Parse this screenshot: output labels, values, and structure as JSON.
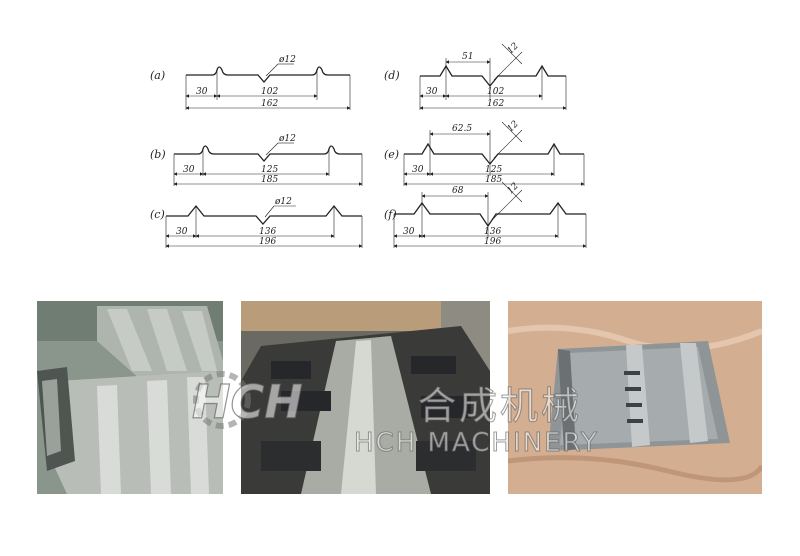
{
  "profiles": [
    {
      "id": "a",
      "label": "(a)",
      "dims": [
        "30",
        "102",
        "162"
      ],
      "callout": "ø12"
    },
    {
      "id": "b",
      "label": "(b)",
      "dims": [
        "30",
        "125",
        "185"
      ],
      "callout": "ø12"
    },
    {
      "id": "c",
      "label": "(c)",
      "dims": [
        "30",
        "136",
        "196"
      ],
      "callout": "ø12"
    },
    {
      "id": "d",
      "label": "(d)",
      "dims": [
        "30",
        "102",
        "162"
      ],
      "top_dim": "51",
      "callout": "12"
    },
    {
      "id": "e",
      "label": "(e)",
      "dims": [
        "30",
        "125",
        "185"
      ],
      "top_dim": "62.5",
      "callout": "12"
    },
    {
      "id": "f",
      "label": "(f)",
      "dims": [
        "30",
        "136",
        "196"
      ],
      "top_dim": "68",
      "callout": "12"
    }
  ],
  "photos": [
    {
      "name": "stacked-steel-panels-photo"
    },
    {
      "name": "roll-forming-machine-photo"
    },
    {
      "name": "finished-panel-photo"
    }
  ],
  "watermark": {
    "logo_text": "HCH",
    "chinese": "合成机械",
    "english": "HCH MACHINERY"
  },
  "colors": {
    "line": "#222222",
    "background": "#ffffff"
  }
}
